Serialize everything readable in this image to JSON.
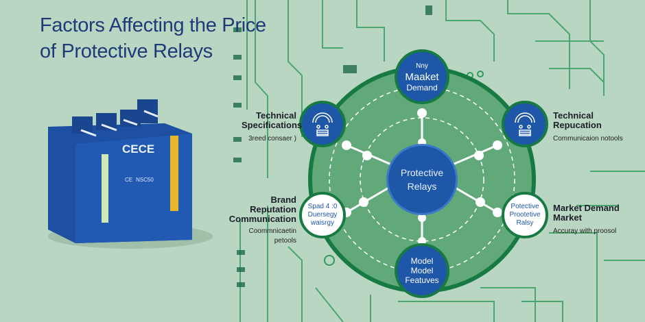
{
  "title": {
    "line1": "Factors Affecting the  Price",
    "line2": "of Protective Relays"
  },
  "device": {
    "brand": "CECE",
    "mark": "CE",
    "model": "NSC50"
  },
  "diagram": {
    "center": {
      "line1": "Protective",
      "line2": "Relays"
    },
    "top_node": {
      "line1": "Nny",
      "line2": "Maaket",
      "line3": "Demand"
    },
    "bottom_node": {
      "line1": "Model",
      "line2": "Model",
      "line3": "Featuves"
    },
    "left_bottom_node": {
      "line1": "Spad 4 :0",
      "line2": "Duersegy",
      "line3": "waisrgy"
    },
    "right_bottom_node": {
      "line1": "Potective",
      "line2": "Prootetive",
      "line3": "Ralsy"
    },
    "labels": {
      "tech_spec": {
        "line1": "Technical",
        "line2": "Specifications",
        "sub": "3reed consaer )"
      },
      "tech_rep": {
        "line1": "Technical",
        "line2": "Repucation",
        "sub": "Communicaion notools"
      },
      "brand": {
        "line1": "Brand",
        "line2": "Reputation",
        "line3": "Communication",
        "sub": "Coommnicaetin petools"
      },
      "market": {
        "line1": "Market Demand",
        "line2": "Market",
        "sub": "Accuray with proosol"
      }
    }
  },
  "colors": {
    "background": "#b9d6c2",
    "navy": "#1e3a78",
    "blue": "#1e56a8",
    "green": "#177a42",
    "ring_fill": "#62a97a"
  }
}
